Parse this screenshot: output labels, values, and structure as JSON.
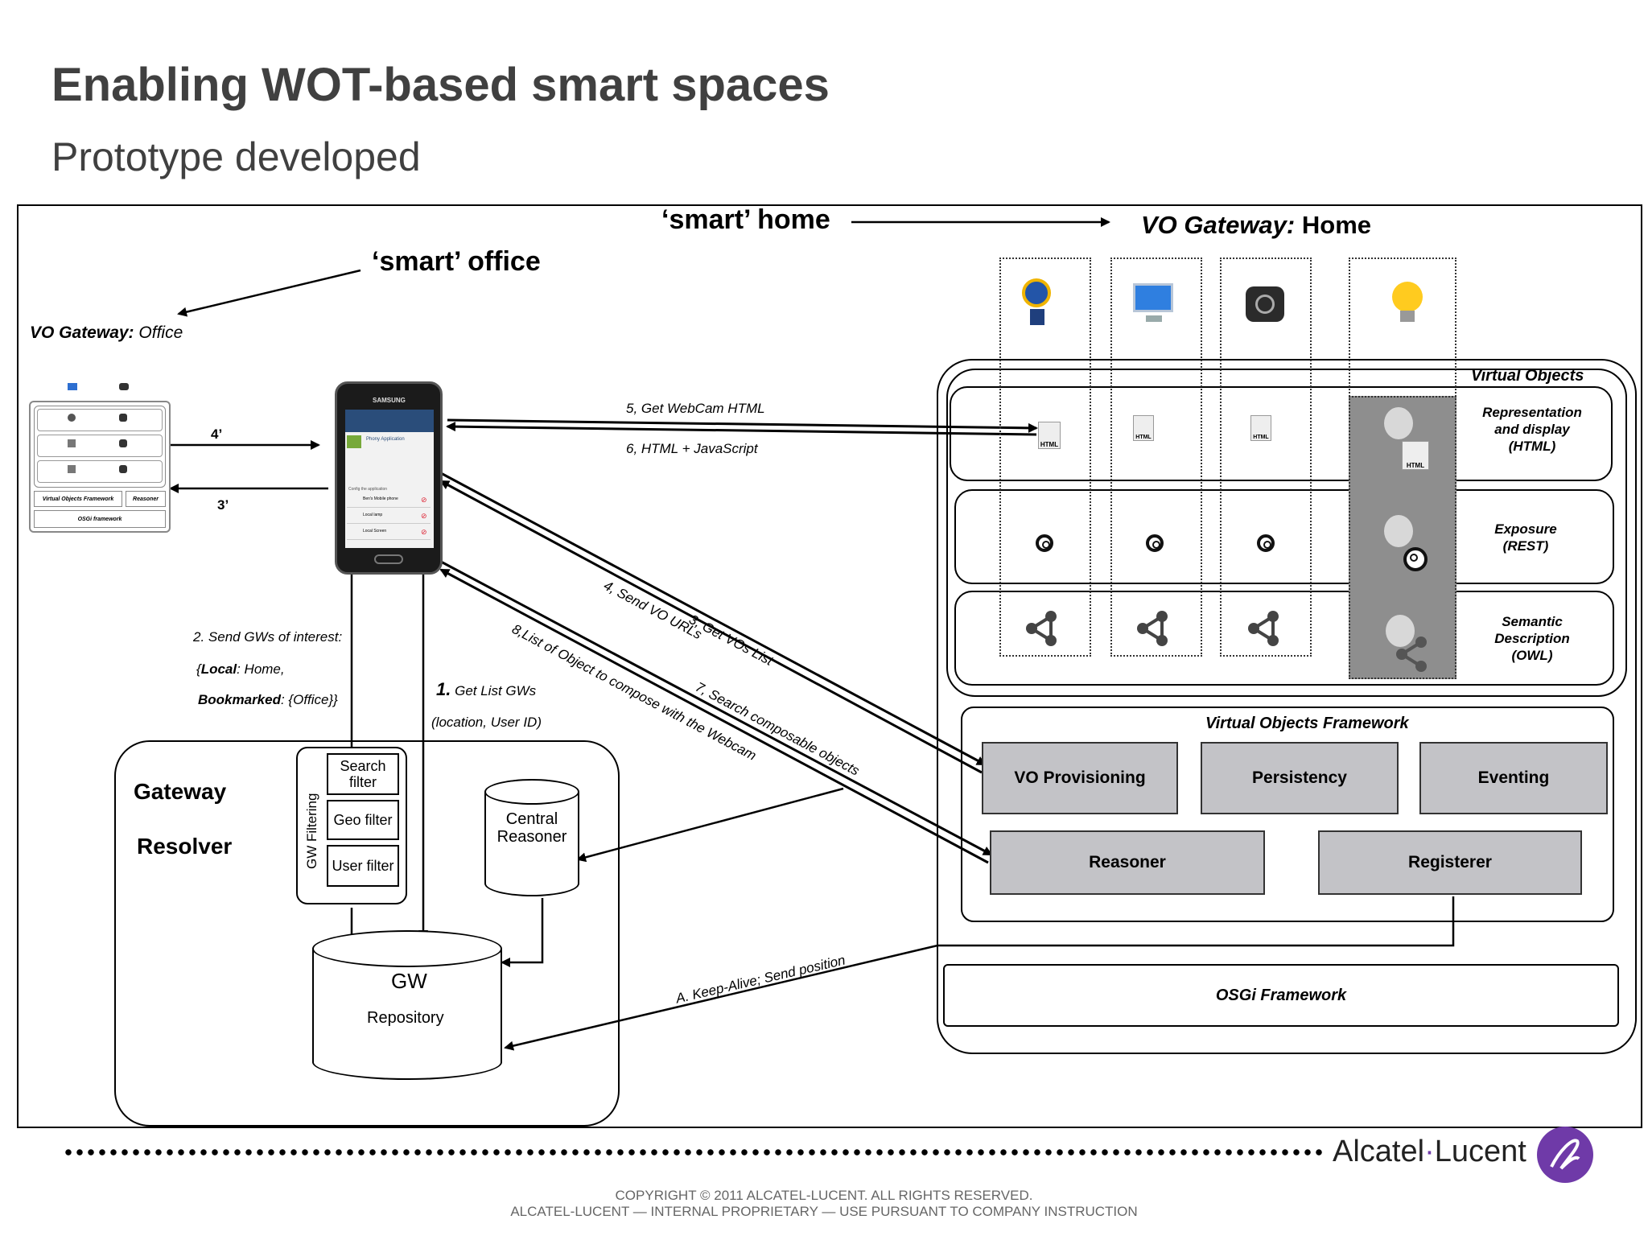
{
  "header": {
    "title": "Enabling WOT-based smart spaces",
    "subtitle": "Prototype developed"
  },
  "labels": {
    "smart_home": "‘smart’ home",
    "smart_office": "‘smart’ office",
    "vo_gateway_home_prefix": "VO Gateway:",
    "vo_gateway_home_suffix": "Home",
    "vo_gateway_office_prefix": "VO Gateway:",
    "vo_gateway_office_suffix": "Office"
  },
  "office_panel": {
    "vof": "Virtual Objects Framework",
    "reasoner": "Reasoner",
    "osgi": "OSGi framework",
    "arrow_4": "4’",
    "arrow_3": "3’",
    "icon_html": "HTML"
  },
  "phone": {
    "brand": "SAMSUNG",
    "app_title": "Phony Application",
    "config": "Config the application",
    "items": [
      "Ben's Mobile phone",
      "Local lamp",
      "Local Screen"
    ]
  },
  "messages": {
    "m5": "5, Get WebCam HTML",
    "m6": "6, HTML + JavaScript",
    "m3": "3, Get VOs List",
    "m4": "4, Send VO URLs",
    "m7": "7, Search composable objects",
    "m8": "8,List of Object to compose with the Webcam",
    "m2_line1": "2. Send GWs of interest:",
    "m2_line2_bold": "Local",
    "m2_line2_rest": ": Home,",
    "m2_line3_bold": "Bookmarked",
    "m2_line3_rest": ": {Office}}",
    "m2_line2_brace": "{",
    "m1_num": "1.",
    "m1_text": "Get List GWs",
    "m1_sub": "(location, User ID)",
    "mA": "A. Keep-Alive; Send position"
  },
  "resolver": {
    "title_line1": "Gateway",
    "title_line2": "Resolver",
    "gw_filtering": "GW Filtering",
    "filters": [
      "Search filter",
      "Geo filter",
      "User filter"
    ],
    "central": "Central Reasoner",
    "repo_gw": "GW",
    "repo_name": "Repository"
  },
  "home": {
    "virtual_objects": "Virtual Objects",
    "rows": [
      "Representation and display (HTML)",
      "Exposure (REST)",
      "Semantic Description (OWL)"
    ],
    "html_tag": "HTML",
    "vof_title": "Virtual Objects Framework",
    "modules": [
      "VO Provisioning",
      "Persistency",
      "Eventing",
      "Reasoner",
      "Registerer"
    ],
    "osgi": "OSGi Framework"
  },
  "footer": {
    "brand_left": "Alcatel",
    "brand_dot": "·",
    "brand_right": "Lucent",
    "copyright1": "COPYRIGHT © 2011 ALCATEL-LUCENT.  ALL RIGHTS RESERVED.",
    "copyright2": "ALCATEL-LUCENT — INTERNAL PROPRIETARY —  USE PURSUANT TO COMPANY INSTRUCTION"
  }
}
